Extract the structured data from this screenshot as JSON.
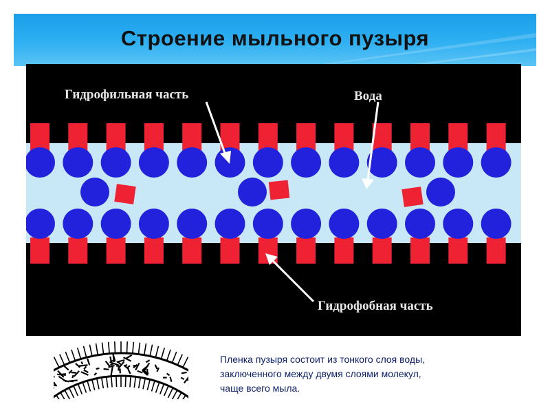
{
  "slide": {
    "title": "Строение мыльного пузыря"
  },
  "diagram": {
    "labels": {
      "hydrophilic": "Гидрофильная часть",
      "water": "Вода",
      "hydrophobic": "Гидрофобная часть"
    },
    "colors": {
      "background": "#000000",
      "water": "#c8e8f8",
      "head": "#2222dd",
      "tail": "#ee2233",
      "arrow": "#ffffff",
      "label": "#e8e8e8"
    }
  },
  "caption": {
    "lines": [
      "Пленка пузыря состоит из тонкого слоя воды,",
      "заключенного между двумя слоями молекул,",
      "чаще всего мыла."
    ]
  }
}
